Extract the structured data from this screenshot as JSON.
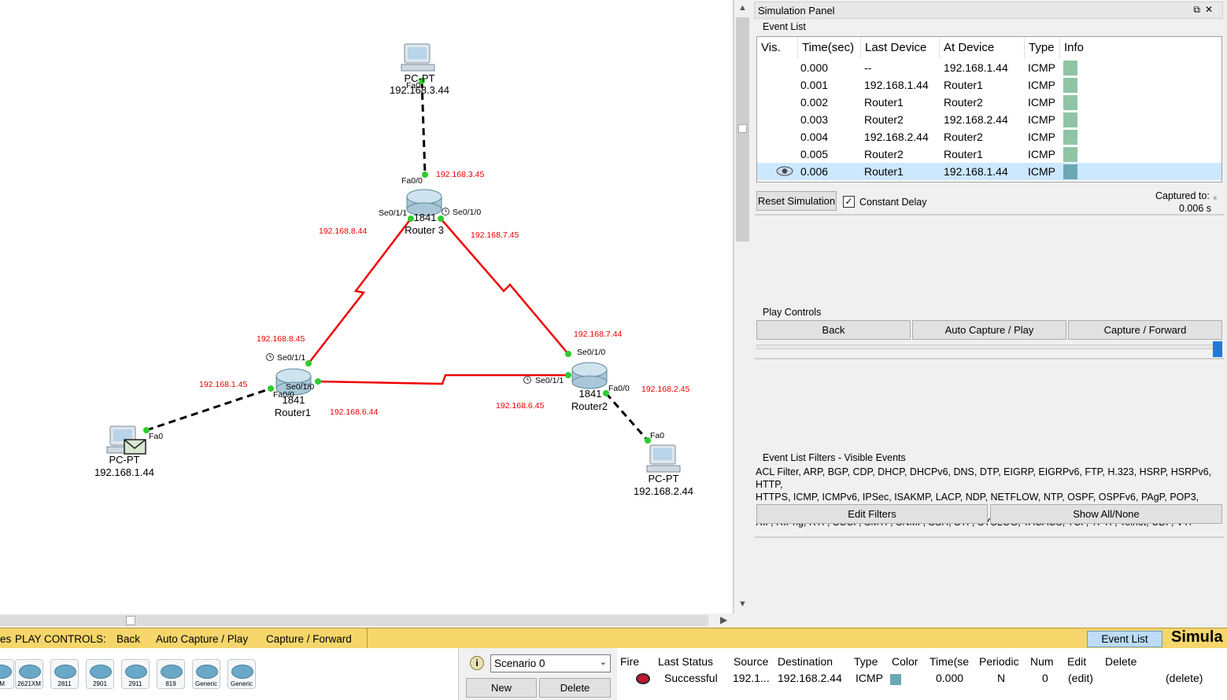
{
  "workspace": {
    "devices": [
      {
        "id": "pc3",
        "model": "PC-PT",
        "label_overlap": "PC-PT",
        "ip": "192.168.3.44",
        "port": "Fa0"
      },
      {
        "id": "router3",
        "model": "1841",
        "name": "Router 3"
      },
      {
        "id": "router1",
        "model": "1841",
        "name": "Router1"
      },
      {
        "id": "router2",
        "model": "1841",
        "name": "Router2"
      },
      {
        "id": "pc1",
        "model": "PC-PT",
        "ip": "192.168.1.44",
        "port": "Fa0"
      },
      {
        "id": "pc2",
        "model": "PC-PT",
        "ip": "192.168.2.44",
        "port": "Fa0"
      }
    ],
    "interfaces": {
      "r3_fa": "Fa0/0",
      "r3_fa_ip": "192.168.3.45",
      "r3_se1": "Se0/1/1",
      "r3_se0": "Se0/1/0",
      "r3_se1_ip": "192.168.8.44",
      "r3_se0_ip": "192.168.7.45",
      "r1_se1": "Se0/1/1",
      "r1_se1_ip": "192.168.8.45",
      "r1_se0": "Se0/1/0",
      "r1_fa": "Fa0/0",
      "r1_fa_ip": "192.168.1.45",
      "r1_se0_ip": "192.168.6.44",
      "r2_se0": "Se0/1/0",
      "r2_se0_ip": "192.168.7.44",
      "r2_se1": "Se0/1/1",
      "r2_se1_ip": "192.168.6.45",
      "r2_fa": "Fa0/0",
      "r2_fa_ip": "192.168.2.45",
      "pc1_fa": "Fa0",
      "pc2_fa": "Fa0",
      "pc3_fa": "Fa0"
    }
  },
  "sim_panel": {
    "title": "Simulation Panel",
    "event_list_label": "Event List",
    "columns": [
      "Vis.",
      "Time(sec)",
      "Last Device",
      "At Device",
      "Type",
      "Info"
    ],
    "events": [
      {
        "time": "0.000",
        "last": "--",
        "at": "192.168.1.44",
        "type": "ICMP"
      },
      {
        "time": "0.001",
        "last": "192.168.1.44",
        "at": "Router1",
        "type": "ICMP"
      },
      {
        "time": "0.002",
        "last": "Router1",
        "at": "Router2",
        "type": "ICMP"
      },
      {
        "time": "0.003",
        "last": "Router2",
        "at": "192.168.2.44",
        "type": "ICMP"
      },
      {
        "time": "0.004",
        "last": "192.168.2.44",
        "at": "Router2",
        "type": "ICMP"
      },
      {
        "time": "0.005",
        "last": "Router2",
        "at": "Router1",
        "type": "ICMP"
      },
      {
        "time": "0.006",
        "last": "Router1",
        "at": "192.168.1.44",
        "type": "ICMP",
        "selected": true
      }
    ],
    "reset_label": "Reset Simulation",
    "constant_delay_label": "Constant Delay",
    "constant_delay_checked": "✓",
    "captured_to_label": "Captured to:",
    "captured_to_value": "0.006 s",
    "play_controls_label": "Play Controls",
    "back_label": "Back",
    "auto_capture_label": "Auto Capture / Play",
    "capture_forward_label": "Capture / Forward",
    "filters_label": "Event List Filters - Visible Events",
    "filters_line1": "ACL Filter, ARP, BGP, CDP, DHCP, DHCPv6, DNS, DTP, EIGRP, EIGRPv6, FTP, H.323, HSRP, HSRPv6, HTTP,",
    "filters_line2": "HTTPS, ICMP, ICMPv6, IPSec, ISAKMP, LACP, NDP, NETFLOW, NTP, OSPF, OSPFv6, PAgP, POP3, RADIUS,",
    "filters_line3": "RIP, RIPng, RTP, SCCP, SMTP, SNMP, SSH, STP, SYSLOG, TACACS, TCP, TFTP, Telnet, UDP, VTP",
    "edit_filters_label": "Edit Filters",
    "show_all_label": "Show All/None",
    "accent_color": "#8fc4a4",
    "selected_row_color": "#cce8ff"
  },
  "bottom_bar": {
    "prefix": "es",
    "play_controls": "PLAY CONTROLS:",
    "back": "Back",
    "auto_capture": "Auto Capture / Play",
    "capture_forward": "Capture / Forward",
    "event_list_btn": "Event List",
    "sim_label": "Simula",
    "bar_color": "#f5d66b"
  },
  "device_tray": {
    "items": [
      "XM",
      "2621XM",
      "2811",
      "2901",
      "2911",
      "819",
      "Generic",
      "Generic"
    ]
  },
  "scenario": {
    "info_icon": "i",
    "selected": "Scenario 0",
    "new_label": "New",
    "delete_label": "Delete"
  },
  "pdu": {
    "columns": [
      "Fire",
      "Last Status",
      "Source",
      "Destination",
      "Type",
      "Color",
      "Time(se",
      "Periodic",
      "Num",
      "Edit",
      "Delete"
    ],
    "row": {
      "status": "Successful",
      "source": "192.1...",
      "destination": "192.168.2.44",
      "type": "ICMP",
      "time": "0.000",
      "periodic": "N",
      "num": "0",
      "edit": "(edit)",
      "delete": "(delete)"
    }
  }
}
